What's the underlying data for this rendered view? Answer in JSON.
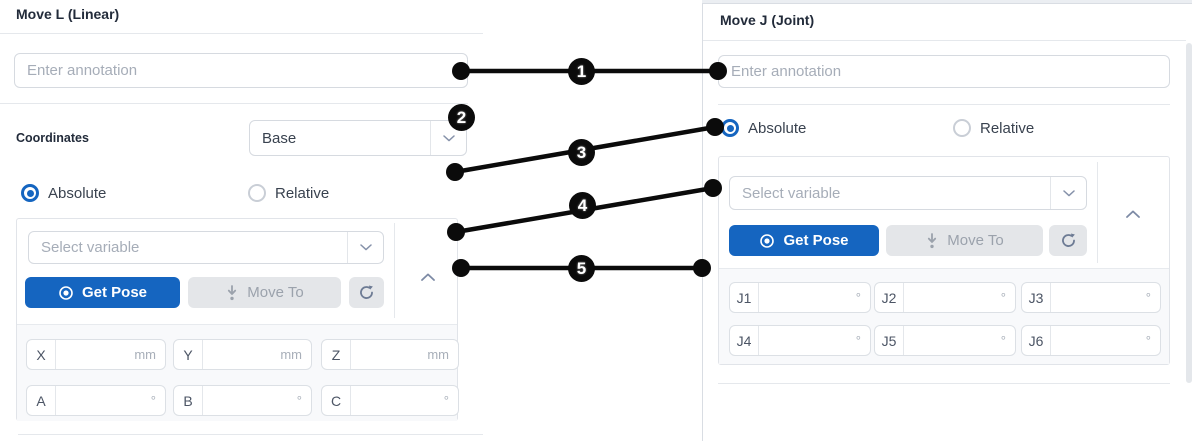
{
  "colors": {
    "primary_blue": "#1565c0",
    "disabled_button_bg": "#e4e6e9",
    "divider": "#e5e8ec",
    "callout_black": "#0b0b0b",
    "placeholder_gray": "#a6adb8"
  },
  "move_l_panel": {
    "title": "Move L (Linear)",
    "annotation": {
      "placeholder": "Enter annotation",
      "value": ""
    },
    "coordinates": {
      "label": "Coordinates",
      "selected": "Base"
    },
    "mode": {
      "absolute": "Absolute",
      "relative": "Relative",
      "selected": "Absolute"
    },
    "variable": {
      "placeholder": "Select variable"
    },
    "buttons": {
      "get_pose": "Get Pose",
      "move_to": "Move To"
    },
    "pose_fields": [
      {
        "label": "X",
        "unit": "mm",
        "value": ""
      },
      {
        "label": "Y",
        "unit": "mm",
        "value": ""
      },
      {
        "label": "Z",
        "unit": "mm",
        "value": ""
      },
      {
        "label": "A",
        "unit": "°",
        "value": ""
      },
      {
        "label": "B",
        "unit": "°",
        "value": ""
      },
      {
        "label": "C",
        "unit": "°",
        "value": ""
      }
    ]
  },
  "move_j_panel": {
    "title": "Move J (Joint)",
    "annotation": {
      "placeholder": "Enter annotation",
      "value": ""
    },
    "mode": {
      "absolute": "Absolute",
      "relative": "Relative",
      "selected": "Absolute"
    },
    "variable": {
      "placeholder": "Select variable"
    },
    "buttons": {
      "get_pose": "Get Pose",
      "move_to": "Move To"
    },
    "joint_fields": [
      {
        "label": "J1",
        "unit": "°",
        "value": ""
      },
      {
        "label": "J2",
        "unit": "°",
        "value": ""
      },
      {
        "label": "J3",
        "unit": "°",
        "value": ""
      },
      {
        "label": "J4",
        "unit": "°",
        "value": ""
      },
      {
        "label": "J5",
        "unit": "°",
        "value": ""
      },
      {
        "label": "J6",
        "unit": "°",
        "value": ""
      }
    ]
  },
  "callouts": [
    {
      "label": "1"
    },
    {
      "label": "2"
    },
    {
      "label": "3"
    },
    {
      "label": "4"
    },
    {
      "label": "5"
    }
  ],
  "icons": {
    "get_pose": "target-icon",
    "move_to": "move-down-icon",
    "refresh": "refresh-icon",
    "collapse": "chevron-up-icon",
    "dropdown": "chevron-down-icon"
  }
}
